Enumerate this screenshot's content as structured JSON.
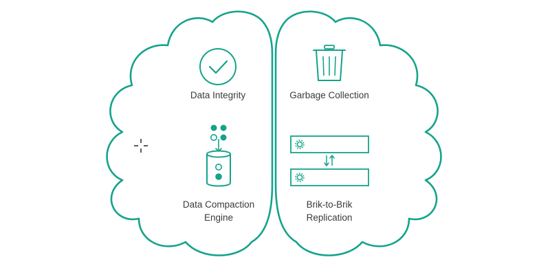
{
  "colors": {
    "accent": "#14a38b",
    "text": "#3a3a3a",
    "background": "#ffffff",
    "cursor": "#222222"
  },
  "left_hemisphere": {
    "features": [
      {
        "icon": "checkmark-circle-icon",
        "label": "Data Integrity"
      },
      {
        "icon": "compaction-cylinder-icon",
        "label_lines": [
          "Data Compaction",
          "Engine"
        ]
      }
    ]
  },
  "right_hemisphere": {
    "features": [
      {
        "icon": "trash-can-icon",
        "label": "Garbage Collection"
      },
      {
        "icon": "replication-servers-icon",
        "label_lines": [
          "Brik-to-Brik",
          "Replication"
        ]
      }
    ]
  },
  "overlay": {
    "icon": "crosshair-cursor-icon"
  }
}
